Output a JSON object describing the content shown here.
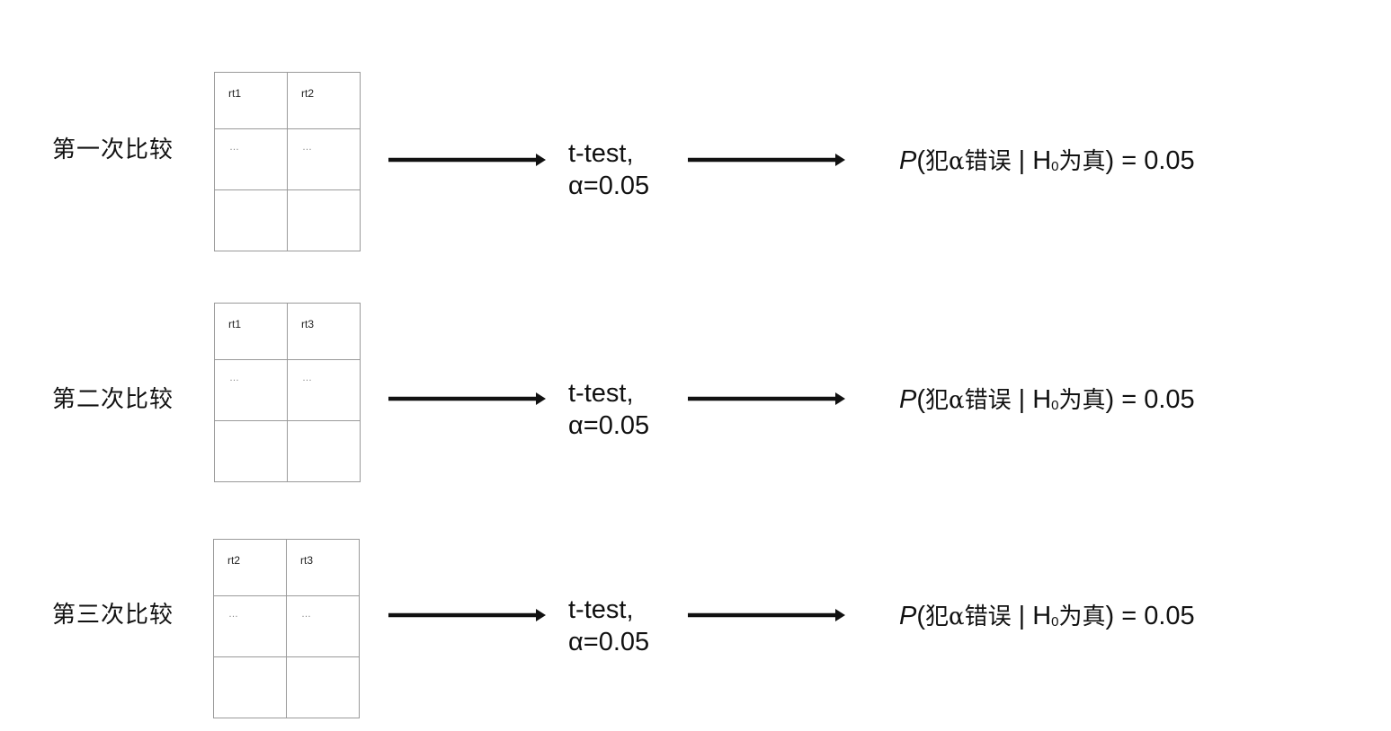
{
  "rows": [
    {
      "label": "第一次比较",
      "table": {
        "headers": [
          "rt1",
          "rt2"
        ],
        "ellipsis": [
          "…",
          "…"
        ]
      },
      "test": {
        "line1": "t-test,",
        "line2": "α=0.05"
      },
      "result": {
        "p": "P",
        "open": "(",
        "event": "犯α错误",
        "bar": " | H",
        "sub": "0",
        "cond": "为真",
        "close": ") = 0.05"
      }
    },
    {
      "label": "第二次比较",
      "table": {
        "headers": [
          "rt1",
          "rt3"
        ],
        "ellipsis": [
          "…",
          "…"
        ]
      },
      "test": {
        "line1": "t-test,",
        "line2": "α=0.05"
      },
      "result": {
        "p": "P",
        "open": "(",
        "event": "犯α错误",
        "bar": " | H",
        "sub": "0",
        "cond": "为真",
        "close": ") = 0.05"
      }
    },
    {
      "label": "第三次比较",
      "table": {
        "headers": [
          "rt2",
          "rt3"
        ],
        "ellipsis": [
          "…",
          "…"
        ]
      },
      "test": {
        "line1": "t-test,",
        "line2": "α=0.05"
      },
      "result": {
        "p": "P",
        "open": "(",
        "event": "犯α错误",
        "bar": " | H",
        "sub": "0",
        "cond": "为真",
        "close": ") = 0.05"
      }
    }
  ],
  "colors": {
    "arrow": "#111111",
    "grid": "#9a9a9a",
    "text": "#111111"
  }
}
